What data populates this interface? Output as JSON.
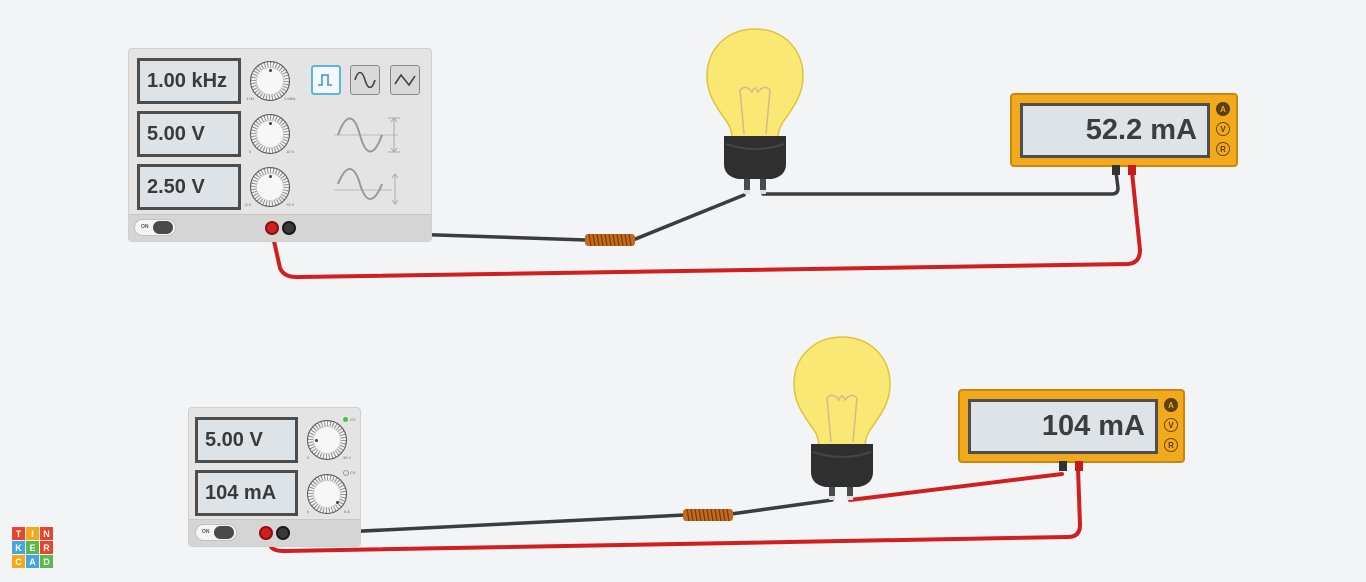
{
  "function_generator": {
    "frequency_display": "1.00 kHz",
    "amplitude_display": "5.00 V",
    "offset_display": "2.50 V",
    "power_switch_label": "ON",
    "freq_knob_min": "1 Hz",
    "freq_knob_max": "1 MHz",
    "amp_knob_min": "0",
    "amp_knob_max": "10 V",
    "offset_knob_min": "-5 V",
    "offset_knob_max": "+5 V",
    "waveforms": [
      "square",
      "sine",
      "triangle"
    ],
    "selected_waveform": "square"
  },
  "power_supply": {
    "voltage_display": "5.00 V",
    "current_display": "104 mA",
    "power_switch_label": "ON",
    "cc_label": "CC",
    "cv_label": "CV",
    "voltage_knob_min": "0",
    "voltage_knob_max": "30 V",
    "current_knob_min": "0",
    "current_knob_max": "5 A"
  },
  "multimeter_top": {
    "reading": "52.2 mA",
    "mode_a": "A",
    "mode_v": "V",
    "mode_r": "R",
    "active_mode": "A"
  },
  "multimeter_bottom": {
    "reading": "104 mA",
    "mode_a": "A",
    "mode_v": "V",
    "mode_r": "R",
    "active_mode": "A"
  },
  "logo": {
    "letters": [
      "T",
      "I",
      "N",
      "K",
      "E",
      "R",
      "C",
      "A",
      "D"
    ],
    "colors": [
      "#e8432e",
      "#f2a91c",
      "#47a6d8",
      "#5bb84a"
    ]
  },
  "colors": {
    "wire_red": "#d11e1e",
    "wire_black": "#3c3c3c",
    "bulb_glass": "#f9e873",
    "multimeter_body": "#f2a91c",
    "canvas_bg": "#f3f4f6"
  }
}
